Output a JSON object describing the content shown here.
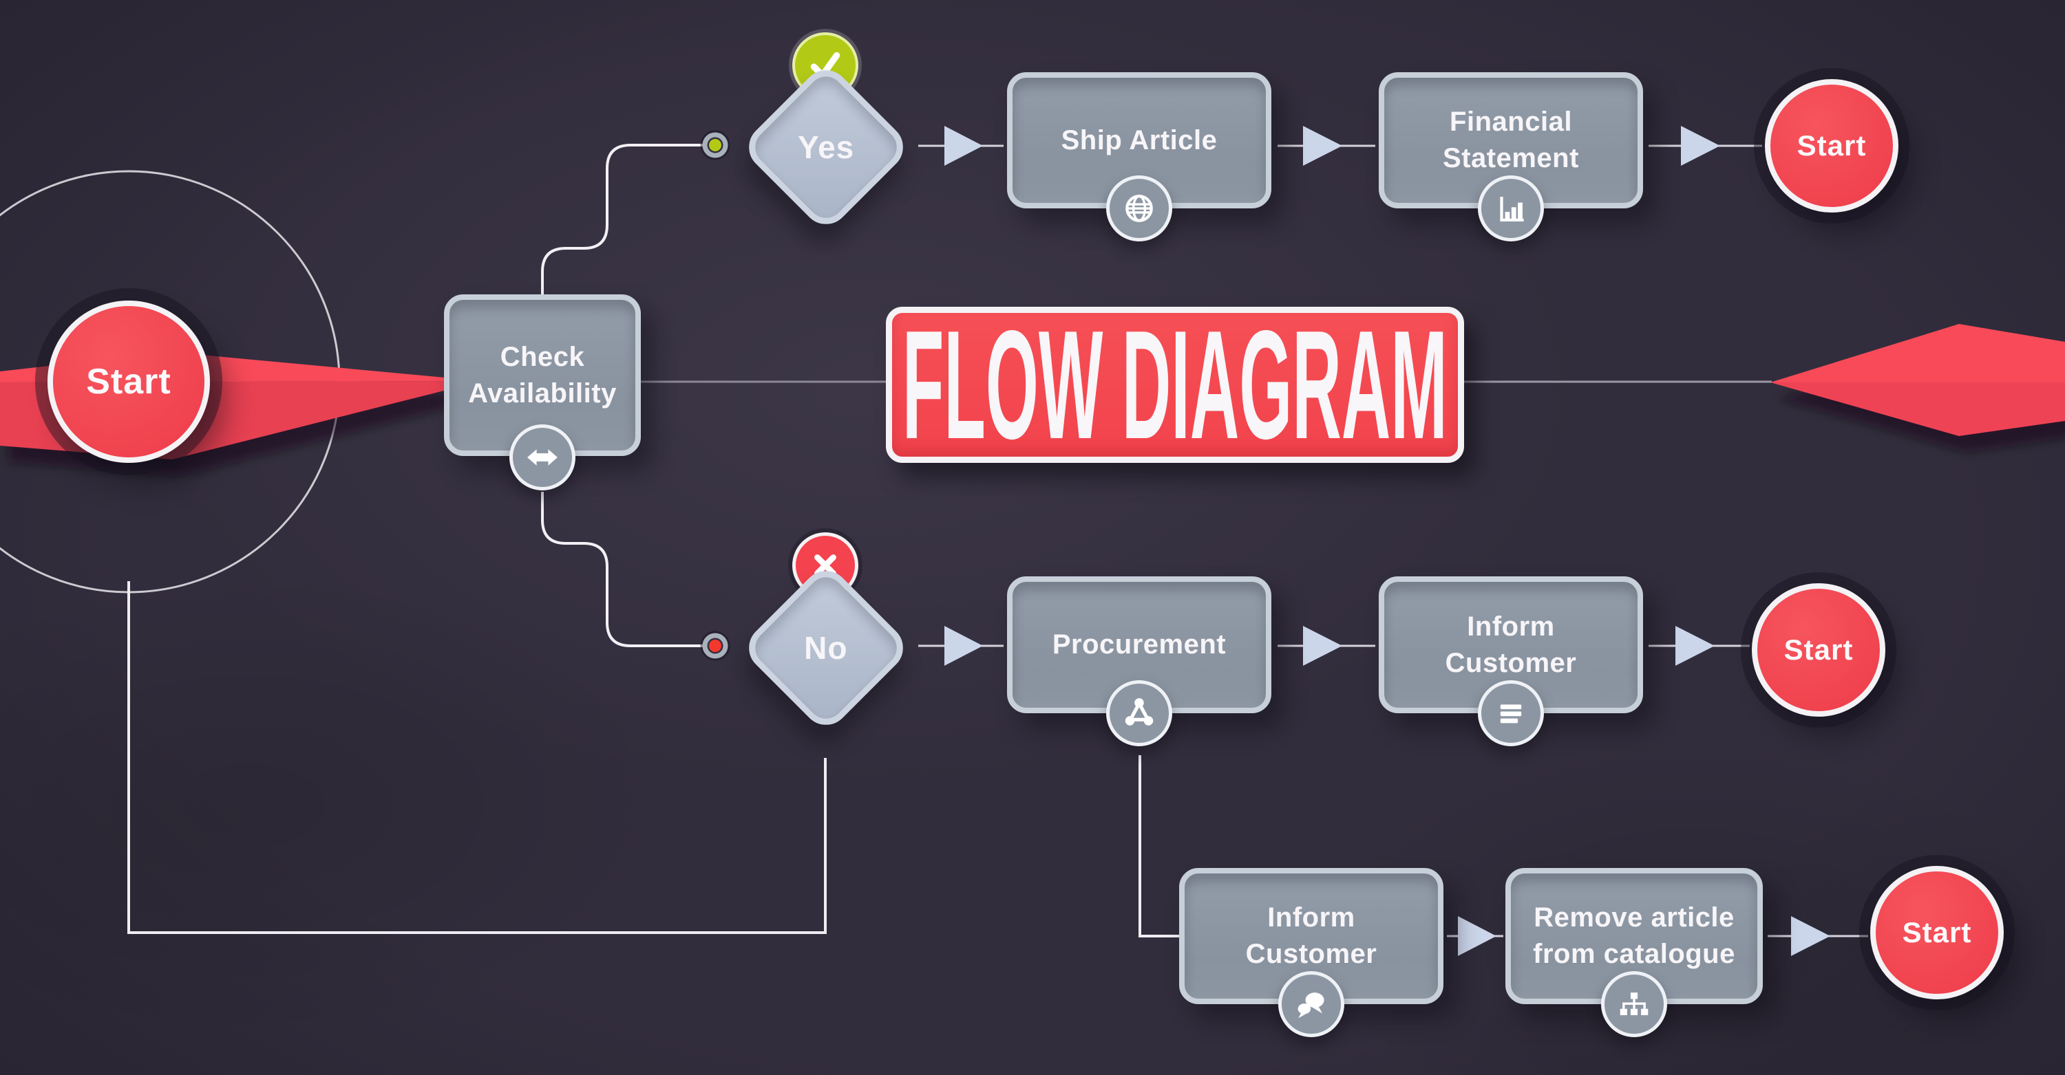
{
  "title_banner": {
    "text": "FLOW DIAGRAM"
  },
  "nodes": {
    "start_left": {
      "label": "Start"
    },
    "check_availability": {
      "label": "Check Availability",
      "icon": "double-arrow-icon"
    },
    "decision_yes": {
      "label": "Yes",
      "badge_icon": "check-icon"
    },
    "ship_article": {
      "label": "Ship Article",
      "icon": "globe-icon"
    },
    "financial_statement": {
      "label": "Financial Statement",
      "icon": "bar-chart-icon"
    },
    "start_top_right": {
      "label": "Start"
    },
    "decision_no": {
      "label": "No",
      "badge_icon": "x-icon"
    },
    "procurement": {
      "label": "Procurement",
      "icon": "network-icon"
    },
    "inform_customer_mid": {
      "label": "Inform Customer",
      "icon": "list-icon"
    },
    "start_mid_right": {
      "label": "Start"
    },
    "inform_customer_bottom": {
      "label": "Inform Customer",
      "icon": "chat-icon"
    },
    "remove_article": {
      "label": "Remove article from catalogue",
      "icon": "sitemap-icon"
    },
    "start_bottom_right": {
      "label": "Start"
    }
  },
  "connector_dots": {
    "yes_dot_color": "#b2ca16",
    "no_dot_color": "#f5382e"
  },
  "colors": {
    "background": "#322d3c",
    "accent_red": "#f4484f",
    "accent_green": "#b2ca16",
    "node_gray": "#8c96a3",
    "node_border": "#c7cfd9",
    "diamond_fill": "#b6c0d1",
    "diamond_border": "#ccd4e1",
    "connector_white": "#efedf2",
    "arrow_fill": "#ccd6ea",
    "midline_gray": "#8d8997"
  }
}
